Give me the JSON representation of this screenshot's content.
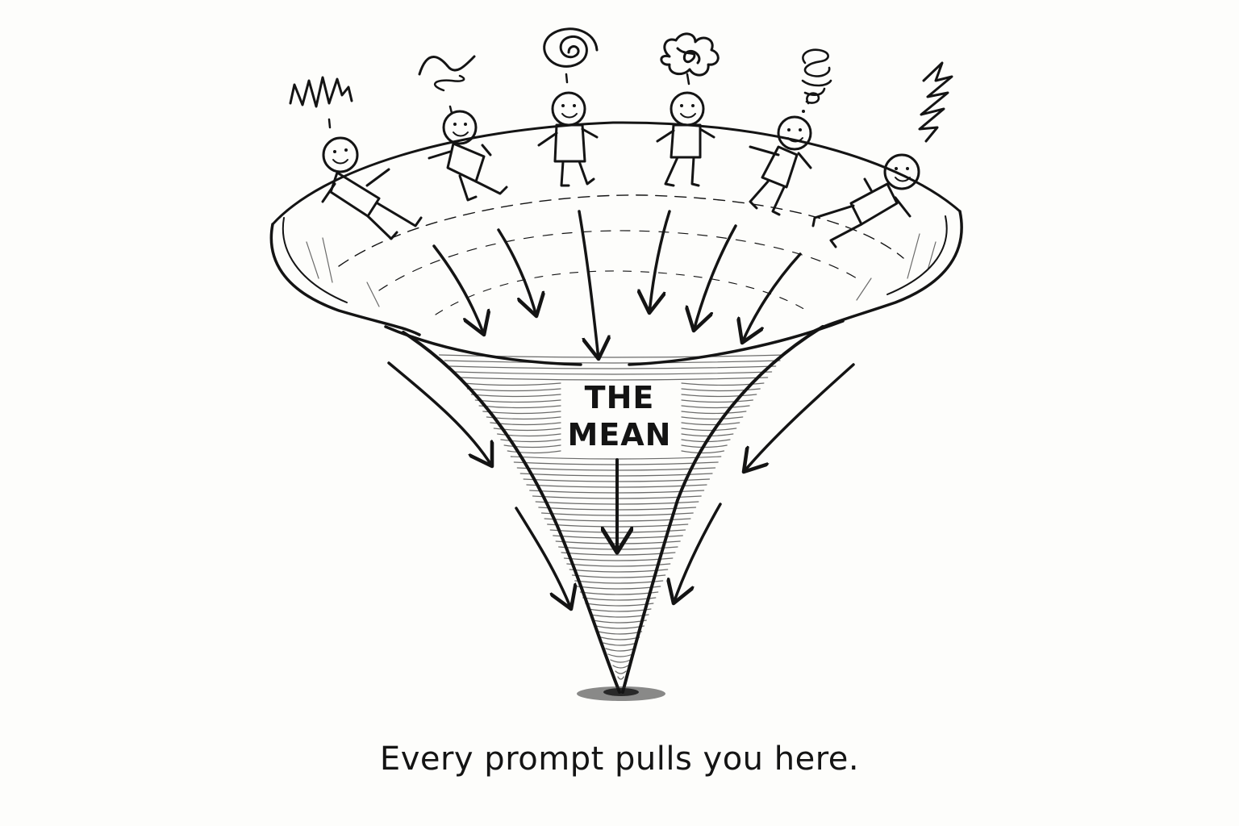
{
  "diagram": {
    "funnel_label_line1": "THE",
    "funnel_label_line2": "MEAN",
    "caption": "Every prompt pulls you here.",
    "figures": [
      {
        "name": "figure-zigzag",
        "scribble": "zigzag-icon"
      },
      {
        "name": "figure-wave",
        "scribble": "wave-icon"
      },
      {
        "name": "figure-spiral",
        "scribble": "spiral-icon"
      },
      {
        "name": "figure-tangle",
        "scribble": "tangle-icon"
      },
      {
        "name": "figure-confused",
        "scribble": "question-swirl-icon"
      },
      {
        "name": "figure-squiggle",
        "scribble": "squiggle-icon"
      }
    ],
    "colors": {
      "ink": "#141414",
      "paper": "#fdfdfb"
    }
  }
}
